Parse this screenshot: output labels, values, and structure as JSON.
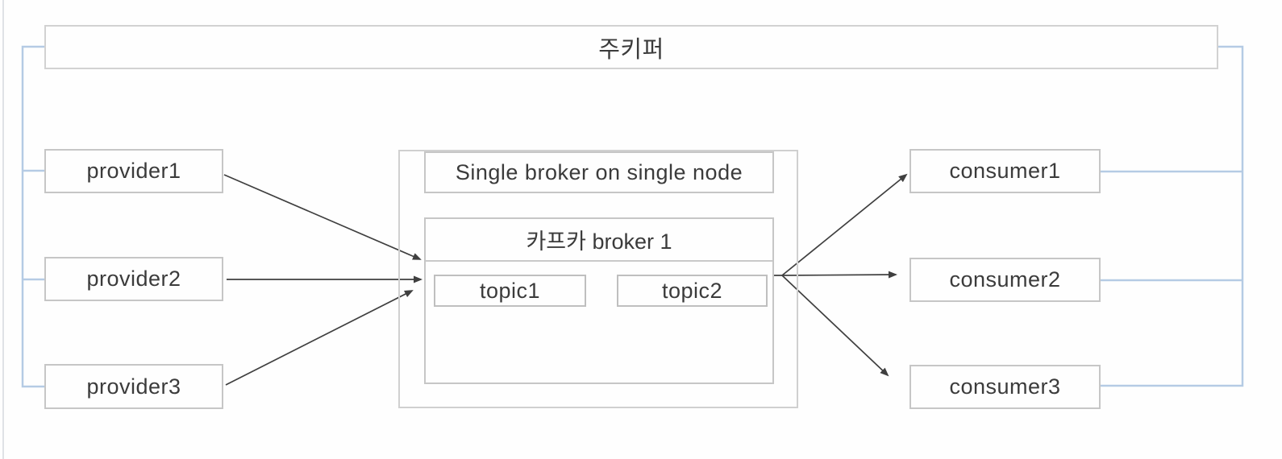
{
  "diagram": {
    "zookeeper": {
      "label": "주키퍼"
    },
    "providers": [
      {
        "label": "provider1"
      },
      {
        "label": "provider2"
      },
      {
        "label": "provider3"
      }
    ],
    "broker_container": {
      "title": "Single broker on single node"
    },
    "kafka_broker": {
      "title": "카프카 broker 1",
      "topics": [
        {
          "label": "topic1"
        },
        {
          "label": "topic2"
        }
      ]
    },
    "consumers": [
      {
        "label": "consumer1"
      },
      {
        "label": "consumer2"
      },
      {
        "label": "consumer3"
      }
    ],
    "colors": {
      "connector_blue": "#b5cbe4",
      "box_border_gray": "#c6c6c6",
      "arrow_dark": "#3f3f3f",
      "text": "#3b3b3b",
      "background": "#fefefe"
    }
  }
}
